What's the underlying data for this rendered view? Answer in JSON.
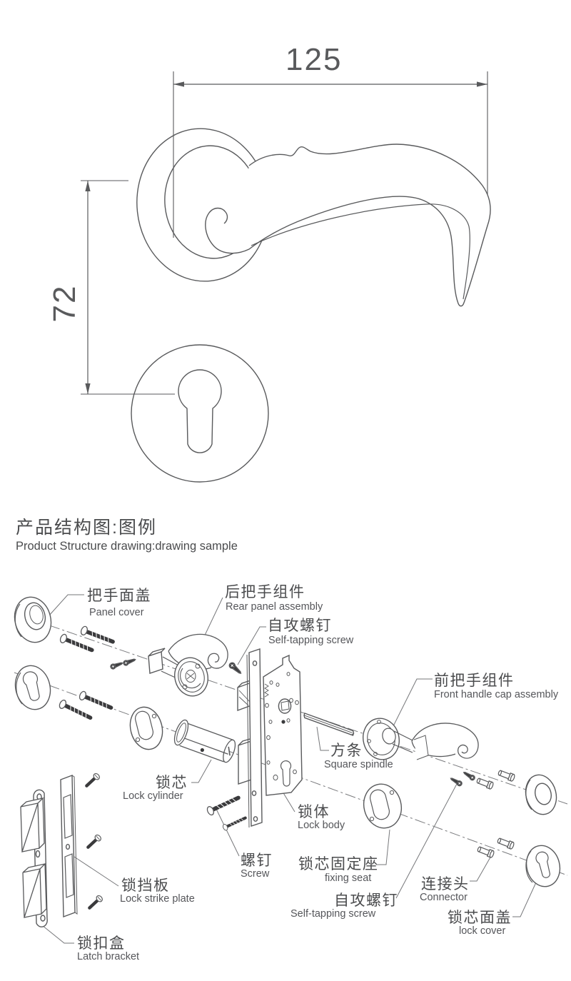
{
  "page": {
    "background": "#ffffff",
    "line_color": "#595a5c",
    "dark_fill": "#3a3a3c",
    "text_color": "#4b4c4e"
  },
  "top_drawing": {
    "width_dimension": "125",
    "height_dimension": "72"
  },
  "section_title": {
    "cn": "产品结构图:图例",
    "en": "Product Structure drawing:drawing sample"
  },
  "exploded_view": {
    "labels": [
      {
        "id": "panel-cover",
        "cn": "把手面盖",
        "en": "Panel cover"
      },
      {
        "id": "rear-panel-assembly",
        "cn": "后把手组件",
        "en": "Rear panel assembly"
      },
      {
        "id": "self-tapping-screw-top",
        "cn": "自攻螺钉",
        "en": "Self-tapping screw"
      },
      {
        "id": "front-handle-cap-assembly",
        "cn": "前把手组件",
        "en": "Front handle cap assembly"
      },
      {
        "id": "square-spindle",
        "cn": "方条",
        "en": "Square spindle"
      },
      {
        "id": "lock-body",
        "cn": "锁体",
        "en": "Lock body"
      },
      {
        "id": "lock-cylinder",
        "cn": "锁芯",
        "en": "Lock cylinder"
      },
      {
        "id": "screw",
        "cn": "螺钉",
        "en": "Screw"
      },
      {
        "id": "fixing-seat",
        "cn": "锁芯固定座",
        "en": "fixing seat"
      },
      {
        "id": "self-tapping-screw-bottom",
        "cn": "自攻螺钉",
        "en": "Self-tapping screw"
      },
      {
        "id": "connector",
        "cn": "连接头",
        "en": "Connector"
      },
      {
        "id": "lock-cover",
        "cn": "锁芯面盖",
        "en": "lock cover"
      },
      {
        "id": "lock-strike-plate",
        "cn": "锁挡板",
        "en": "Lock strike plate"
      },
      {
        "id": "latch-bracket",
        "cn": "锁扣盒",
        "en": "Latch bracket"
      }
    ]
  }
}
